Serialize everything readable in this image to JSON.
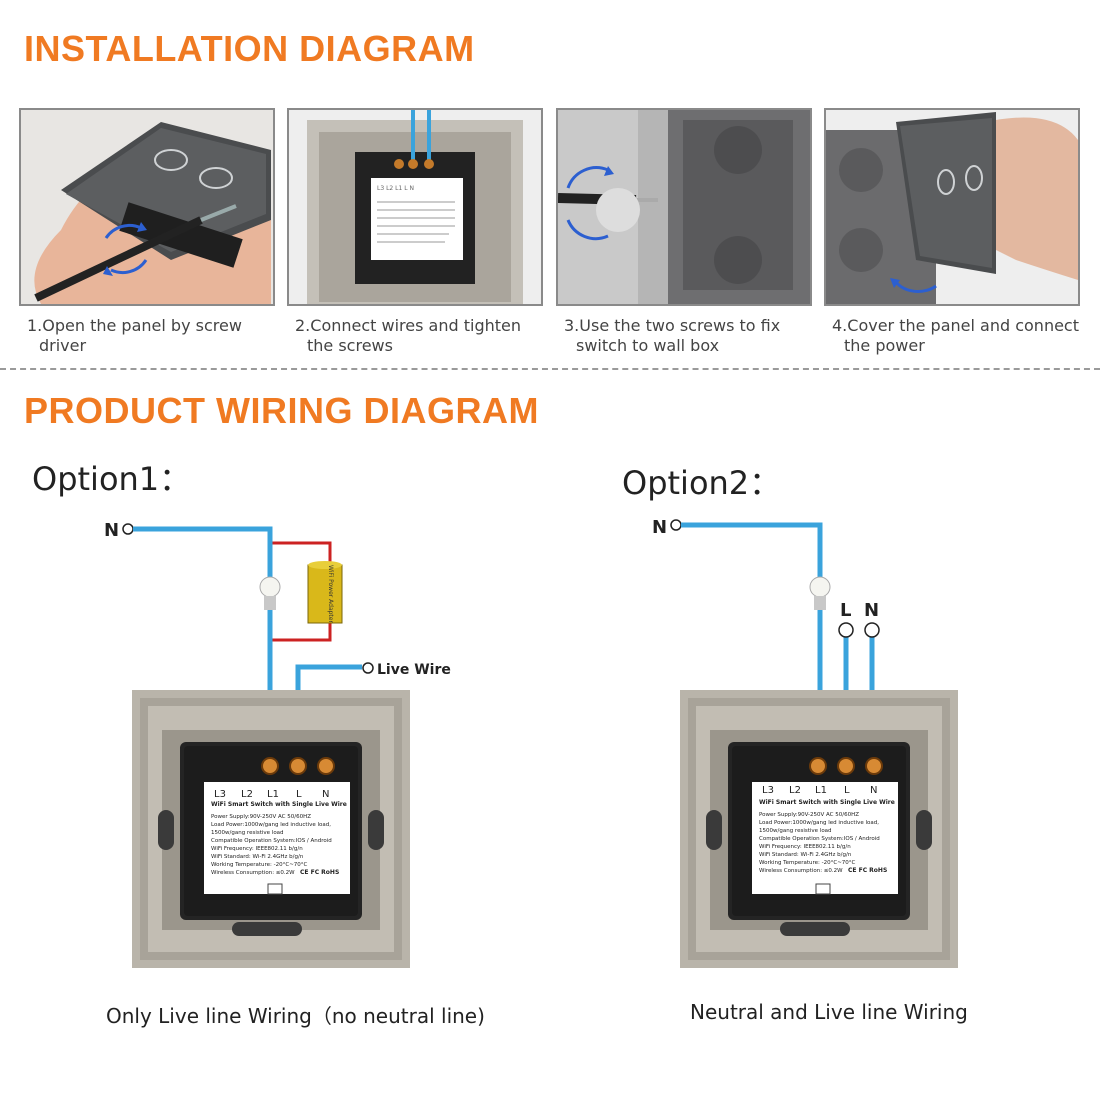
{
  "installation": {
    "title": "INSTALLATION DIAGRAM",
    "steps": [
      {
        "line1": "1.Open the panel by screw",
        "line2": "driver"
      },
      {
        "line1": "2.Connect wires and tighten",
        "line2": "the screws"
      },
      {
        "line1": "3.Use the two screws to fix",
        "line2": "switch to wall box"
      },
      {
        "line1": "4.Cover the panel and connect",
        "line2": "the power"
      }
    ]
  },
  "wiring": {
    "title": "PRODUCT WIRING DIAGRAM",
    "option1": {
      "label": "Option1：",
      "n_label": "N",
      "live_wire_label": "Live Wire",
      "adapter_label": "WiFi Power Adapter",
      "caption": "Only Live line Wiring（no neutral line)"
    },
    "option2": {
      "label": "Option2：",
      "n_label": "N",
      "l_label": "L",
      "n2_label": "N",
      "caption": "Neutral and  Live line Wiring"
    },
    "module": {
      "terminals": [
        "L3",
        "L2",
        "L1",
        "L",
        "N"
      ],
      "title": "WiFi Smart Switch with Single Live Wire",
      "specs": [
        "Power Supply:90V-250V AC  50/60HZ",
        "Load Power:1000w/gang led inductive load,",
        "1500w/gang resistive load",
        "Compatible Operation System:IOS / Android",
        "WiFi Frequency: IEEE802.11 b/g/n",
        "WiFi Standard: Wi-Fi 2.4GHz b/g/n",
        "Working Temperature: -20°C~70°C",
        "Wireless Consumption: ≤0.2W"
      ],
      "marks": "CE FC RoHS"
    }
  },
  "colors": {
    "accent": "#f07a22",
    "wire": "#3aa3dc",
    "power_wire": "#cc2222",
    "panel": "#b9b4aa",
    "module": "#2a2a2a"
  }
}
